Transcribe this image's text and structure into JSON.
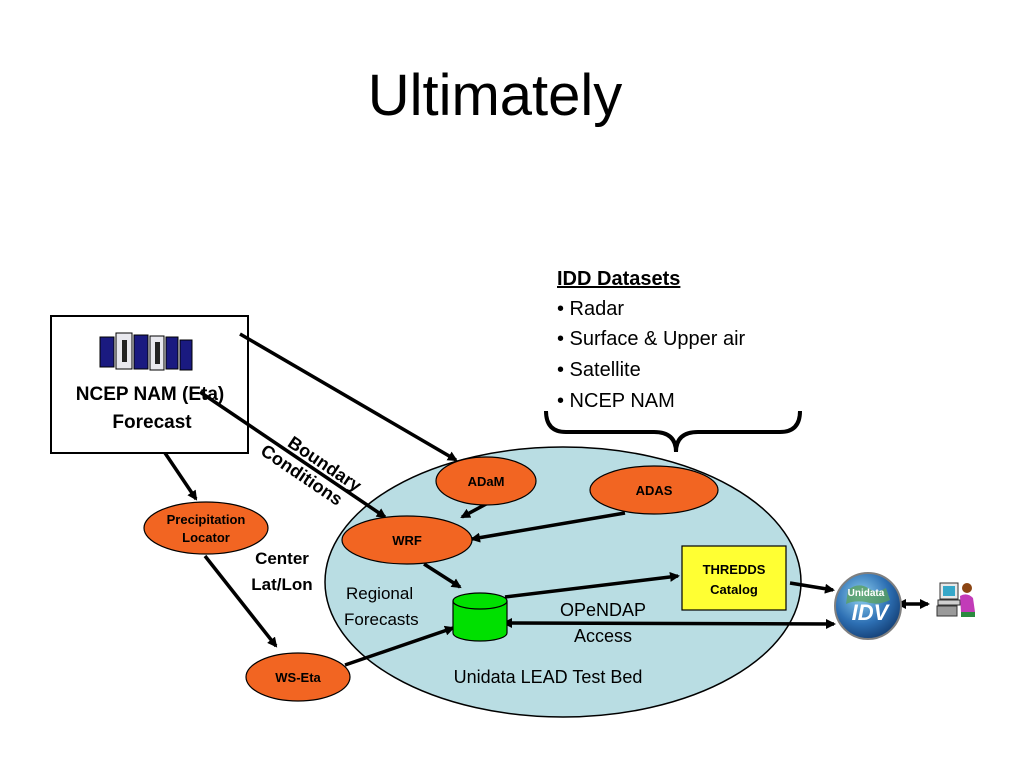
{
  "slide": {
    "title": "Ultimately"
  },
  "idd": {
    "heading": "IDD Datasets",
    "items": [
      "• Radar",
      "• Surface & Upper air",
      "• Satellite",
      "• NCEP NAM"
    ]
  },
  "ncep": {
    "line1": "NCEP NAM (Eta)",
    "line2": "Forecast"
  },
  "boundary": {
    "line1": "Boundary",
    "line2": "Conditions"
  },
  "precip": {
    "line1": "Precipitation",
    "line2": "Locator"
  },
  "center": {
    "line1": "Center",
    "line2": "Lat/Lon"
  },
  "nodes": {
    "adam": "ADaM",
    "adas": "ADAS",
    "wrf": "WRF",
    "wseta": "WS-Eta"
  },
  "thredds": {
    "line1": "THREDDS",
    "line2": "Catalog"
  },
  "regional": {
    "line1": "Regional",
    "line2": "Forecasts"
  },
  "opendap": {
    "line1": "OPeNDAP",
    "line2": "Access"
  },
  "testbed": {
    "label": "Unidata LEAD Test Bed"
  },
  "idv": {
    "top": "Unidata",
    "main": "IDV"
  },
  "colors": {
    "ellipse": "#b9dde3",
    "node": "#f26522",
    "cylinder": "#00e000",
    "thredds": "#ffff33"
  }
}
